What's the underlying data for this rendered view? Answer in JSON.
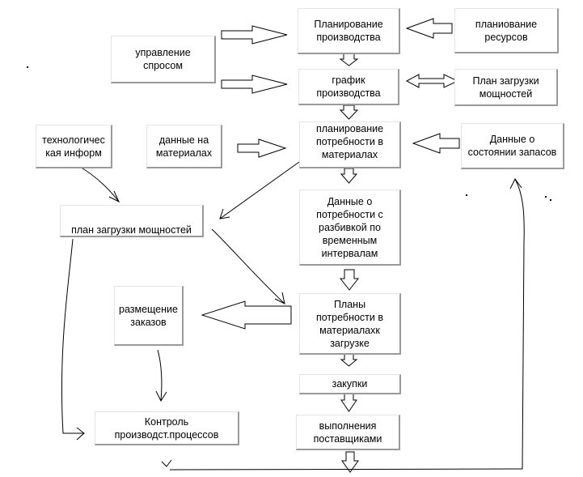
{
  "diagram": {
    "nodes": {
      "production_planning": "Планирование\nпроизводства",
      "resource_planning": "планиование\nресурсов",
      "demand_management": "управление\nспросом",
      "production_schedule": "график\nпроизводства",
      "capacity_plan_top": "План загрузки\nмощностей",
      "tech_info": "технологичес\nкая информ",
      "material_data": "данные на\nматериалах",
      "material_requirements_planning": "планирование\nпотребности в\nматериалах",
      "inventory_data": "Данные о\nсостоянии запасов",
      "capacity_plan_left": "план загрузки мощностей",
      "requirements_by_intervals": "Данные о\nпотребности с\nразбивкой по\nвременным\nинтервалам",
      "order_placement": "размещение\nзаказов",
      "material_plans": "Планы\nпотребности в\nматериалахк\nзагрузке",
      "purchases": "закупки",
      "process_control": "Контроль\nпроизводст.процессов",
      "supplier_fulfillment": "выполнения\nпоставщиками"
    },
    "colors": {
      "line": "#000000",
      "box_shadow": "#9a9a9a",
      "background": "#ffffff"
    }
  }
}
